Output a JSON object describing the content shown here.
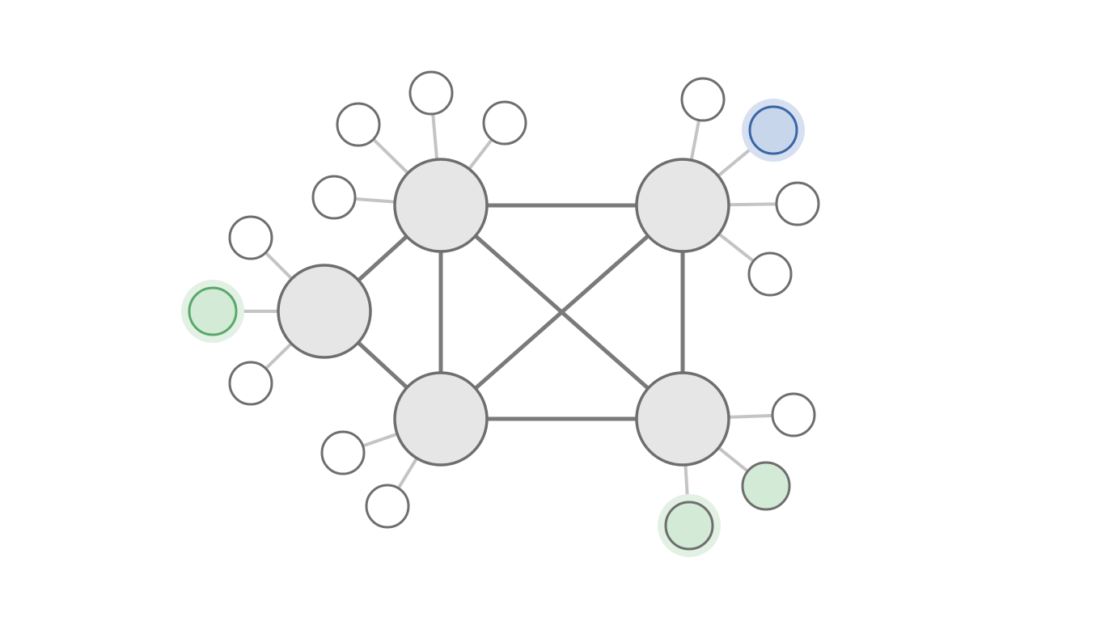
{
  "diagram": {
    "type": "network-graph",
    "hubs": [
      "hub-a",
      "hub-b",
      "hub-c",
      "hub-d",
      "hub-e"
    ],
    "hub_edges": [
      [
        "hub-a",
        "hub-b"
      ],
      [
        "hub-a",
        "hub-d"
      ],
      [
        "hub-b",
        "hub-c"
      ],
      [
        "hub-b",
        "hub-d"
      ],
      [
        "hub-b",
        "hub-e"
      ],
      [
        "hub-c",
        "hub-d"
      ],
      [
        "hub-c",
        "hub-e"
      ],
      [
        "hub-d",
        "hub-e"
      ]
    ],
    "leaves": [
      {
        "id": "b1",
        "parent": "hub-b",
        "state": "default"
      },
      {
        "id": "b2",
        "parent": "hub-b",
        "state": "default"
      },
      {
        "id": "b3",
        "parent": "hub-b",
        "state": "default"
      },
      {
        "id": "b4",
        "parent": "hub-b",
        "state": "default"
      },
      {
        "id": "a1",
        "parent": "hub-a",
        "state": "default"
      },
      {
        "id": "a2",
        "parent": "hub-a",
        "state": "selected-green"
      },
      {
        "id": "a3",
        "parent": "hub-a",
        "state": "default"
      },
      {
        "id": "c1",
        "parent": "hub-c",
        "state": "default"
      },
      {
        "id": "c2",
        "parent": "hub-c",
        "state": "selected-blue"
      },
      {
        "id": "c3",
        "parent": "hub-c",
        "state": "default"
      },
      {
        "id": "c4",
        "parent": "hub-c",
        "state": "default"
      },
      {
        "id": "d1",
        "parent": "hub-d",
        "state": "default"
      },
      {
        "id": "d2",
        "parent": "hub-d",
        "state": "default"
      },
      {
        "id": "e1",
        "parent": "hub-e",
        "state": "default"
      },
      {
        "id": "e2",
        "parent": "hub-e",
        "state": "tinted-green"
      },
      {
        "id": "e3",
        "parent": "hub-e",
        "state": "highlighted-green"
      }
    ],
    "colors": {
      "hub_fill": "#e6e6e6",
      "node_stroke": "#6e6e6e",
      "hub_edge": "#7a7a7a",
      "leaf_edge": "#c4c4c4",
      "blue_stroke": "#3a65a6",
      "blue_fill": "#c8d6ec",
      "blue_halo": "#d6e0f0",
      "green_stroke": "#5aa86a",
      "green_fill": "#d3ead6",
      "green_halo": "#e2f1e4"
    }
  }
}
